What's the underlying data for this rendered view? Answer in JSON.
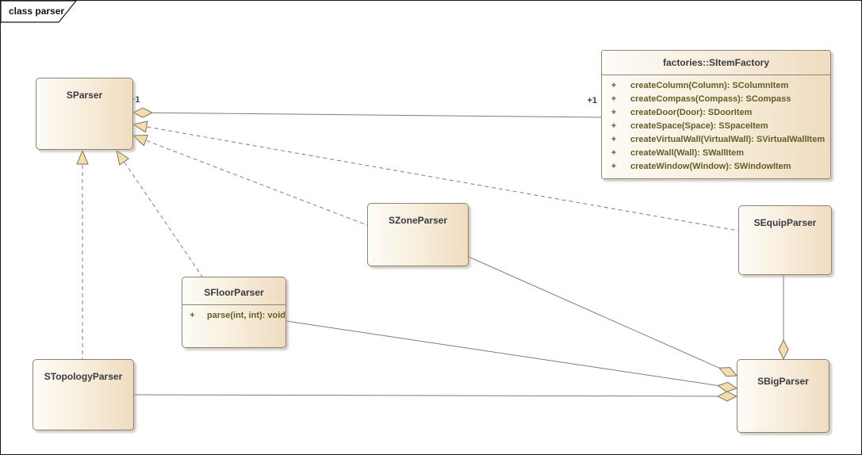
{
  "frame": {
    "title": "class parser"
  },
  "classes": {
    "sparser": {
      "name": "SParser"
    },
    "factory": {
      "name": "factories::SItemFactory",
      "methods": [
        {
          "vis": "+",
          "sig": "createColumn(Column): SColumnItem"
        },
        {
          "vis": "+",
          "sig": "createCompass(Compass): SCompass"
        },
        {
          "vis": "+",
          "sig": "createDoor(Door): SDoorItem"
        },
        {
          "vis": "+",
          "sig": "createSpace(Space): SSpaceItem"
        },
        {
          "vis": "+",
          "sig": "createVirtualWall(VirtualWall): SVirtualWallItem"
        },
        {
          "vis": "+",
          "sig": "createWall(Wall): SWallItem"
        },
        {
          "vis": "+",
          "sig": "createWindow(Window): SWindowItem"
        }
      ]
    },
    "szone": {
      "name": "SZoneParser"
    },
    "sequip": {
      "name": "SEquipParser"
    },
    "sfloor": {
      "name": "SFloorParser",
      "methods": [
        {
          "vis": "+",
          "sig": "parse(int, int): void"
        }
      ]
    },
    "stopology": {
      "name": "STopologyParser"
    },
    "sbig": {
      "name": "SBigParser"
    }
  },
  "connectors": {
    "sparser_factory": {
      "type": "aggregation",
      "source_label": "+1",
      "target_label": "+1"
    },
    "sequip_sparser": {
      "type": "realization"
    },
    "szone_sparser": {
      "type": "realization"
    },
    "sfloor_sparser": {
      "type": "realization"
    },
    "stopology_sparser": {
      "type": "realization"
    },
    "szone_sbig": {
      "type": "aggregation"
    },
    "sfloor_sbig": {
      "type": "aggregation"
    },
    "stopology_sbig": {
      "type": "aggregation"
    },
    "sequip_sbig": {
      "type": "aggregation"
    }
  },
  "colors": {
    "box_fill_light": "#fdfcf7",
    "box_fill_dark": "#efdcc1",
    "box_border": "#8b8378",
    "marker_fill": "#f3ddad",
    "marker_stroke": "#7d7361",
    "line": "#7d7d7d",
    "method_text": "#5f5f28",
    "title_text": "#3a3a40"
  }
}
